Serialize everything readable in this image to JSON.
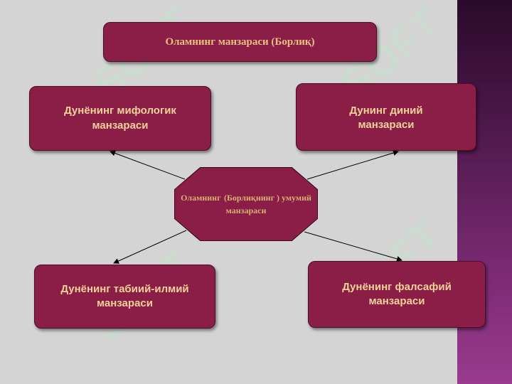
{
  "top_box": "Оламнинг манзараси (Борлиқ)",
  "center": [
    "Оламнинг",
    "(Борлиқнинг ) умумий",
    "манзараси"
  ],
  "mythological": [
    "Дунёнинг мифологик",
    "манзараси"
  ],
  "religious": [
    "Дунинг диний",
    "манзараси"
  ],
  "natural_science": [
    "Дунёнинг табиий-илмий",
    "манзараси"
  ],
  "philosophical": [
    "Дунёнинг фалсафий",
    "манзараси"
  ],
  "watermark": "SOFT"
}
